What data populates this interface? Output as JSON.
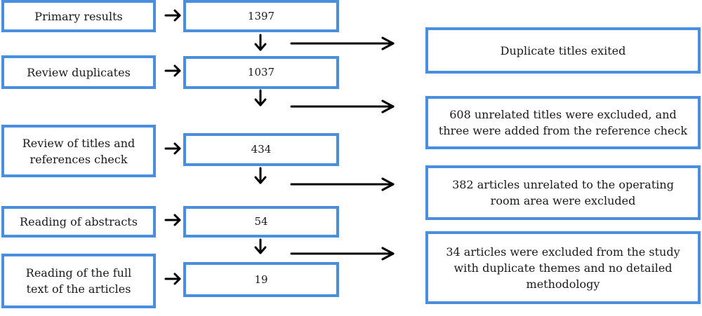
{
  "steps": [
    {
      "label": "Primary results",
      "count": "1397"
    },
    {
      "label": "Review duplicates",
      "count": "1037"
    },
    {
      "label": "Review of titles and\nreferences check",
      "count": "434"
    },
    {
      "label": "Reading of abstracts",
      "count": "54"
    },
    {
      "label": "Reading of the full\ntext of the articles",
      "count": "19"
    }
  ],
  "exclusions": [
    "Duplicate titles exited",
    "608 unrelated titles were excluded, and\nthree were added from the reference check",
    "382 articles unrelated to the operating\nroom area were excluded",
    "34 articles were excluded from the study\nwith duplicate themes and no detailed\nmethodology"
  ],
  "colors": {
    "border": "#4a8ee0",
    "arrow": "#000000",
    "text": "#1a1a1a"
  }
}
